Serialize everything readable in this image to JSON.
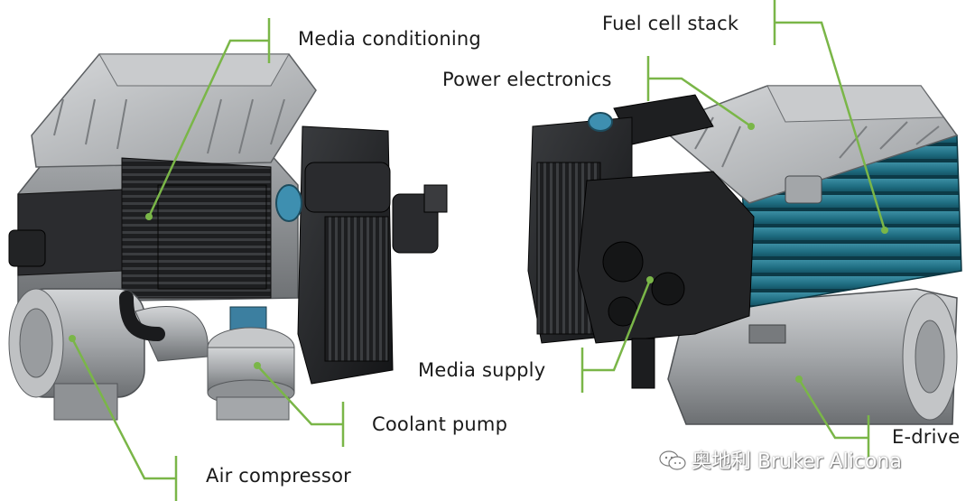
{
  "labels": {
    "media_conditioning": "Media conditioning",
    "power_electronics": "Power electronics",
    "fuel_cell_stack": "Fuel cell stack",
    "media_supply": "Media supply",
    "coolant_pump": "Coolant pump",
    "air_compressor": "Air compressor",
    "e_drive": "E-drive"
  },
  "watermark": "奥地利 Bruker Alicona",
  "colors": {
    "leader_line": "#7ab648",
    "housing_grey": "#b9bcbf",
    "housing_dark": "#8a8d90",
    "plastic_black": "#202124",
    "stack_blue": "#1e6c80"
  }
}
